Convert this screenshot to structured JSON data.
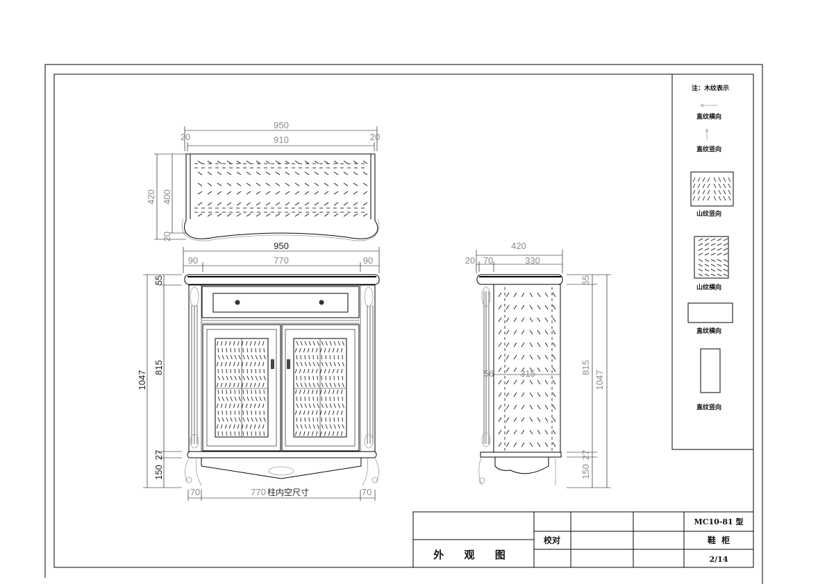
{
  "top_view": {
    "overall_width": "950",
    "inner_width": "910",
    "left_edge": "20",
    "right_edge": "20",
    "depth": "420",
    "inner_depth": "400",
    "front_edge": "20"
  },
  "front_view": {
    "overall_width": "950",
    "left_column": "90",
    "middle": "770",
    "right_column": "90",
    "total_height": "1047",
    "body_height": "815",
    "top_height": "55",
    "plinth_height": "27",
    "base_height": "150",
    "bottom_left": "70",
    "bottom_middle": "770",
    "bottom_note": "柱内空尺寸",
    "bottom_right": "70"
  },
  "side_view": {
    "overall_depth": "420",
    "front_offset": "20",
    "column": "70",
    "body_depth": "330",
    "top_height": "55",
    "body_height": "815",
    "total_height": "1047",
    "plinth_height": "27",
    "base_height": "150",
    "shelf_left": "56",
    "shelf_depth": "315"
  },
  "legend": {
    "title": "注：木纹表示",
    "items": [
      {
        "label": "直纹横向",
        "icon": "arrow-horizontal-icon"
      },
      {
        "label": "直纹竖向",
        "icon": "arrow-vertical-icon"
      },
      {
        "label": "山纹竖向",
        "icon": "mountain-grain-vertical-icon"
      },
      {
        "label": "山纹横向",
        "icon": "mountain-grain-horizontal-icon"
      },
      {
        "label": "直纹横向",
        "icon": "straight-grain-horizontal-icon"
      },
      {
        "label": "直纹竖向",
        "icon": "straight-grain-vertical-icon"
      }
    ]
  },
  "title_block": {
    "drawing_name": "外 观 图",
    "check_label": "校对",
    "model": "MC10-81 型",
    "product": "鞋  柜",
    "sheet": "2/14"
  }
}
